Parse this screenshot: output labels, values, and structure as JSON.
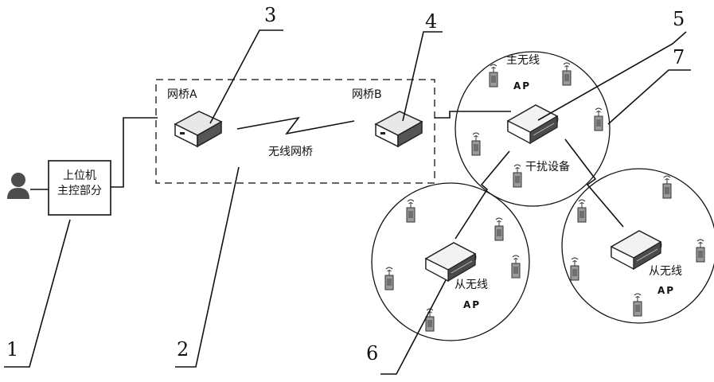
{
  "host": {
    "line1": "上位机",
    "line2": "主控部分"
  },
  "bridge_a_label": "网桥A",
  "bridge_b_label": "网桥B",
  "wireless_bridge_label": "无线网桥",
  "master_ap": {
    "line1": "主无线",
    "line2": "AP"
  },
  "interference_label": "干扰设备",
  "slave_ap_left": {
    "line1": "从无线",
    "line2": "AP"
  },
  "slave_ap_right": {
    "line1": "从无线",
    "line2": "AP"
  },
  "callouts": [
    "1",
    "2",
    "3",
    "4",
    "5",
    "6",
    "7"
  ]
}
